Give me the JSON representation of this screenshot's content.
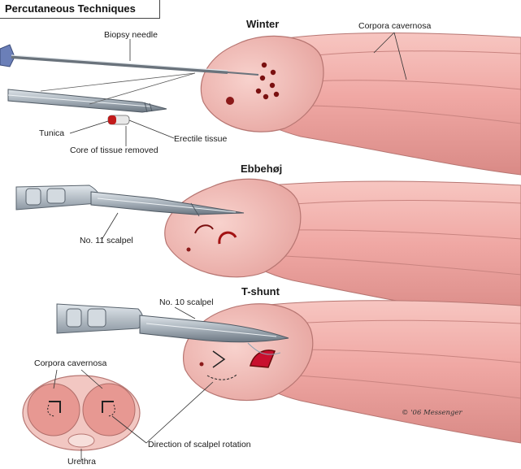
{
  "title": "Percutaneous Techniques",
  "sections": {
    "winter": "Winter",
    "ebbehoj": "Ebbehøj",
    "tshunt": "T-shunt"
  },
  "labels": {
    "biopsy_needle": "Biopsy needle",
    "corpora_cavernosa_top": "Corpora cavernosa",
    "tunica": "Tunica",
    "erectile_tissue": "Erectile tissue",
    "core_of_tissue_removed": "Core of tissue removed",
    "no11_scalpel": "No. 11 scalpel",
    "no10_scalpel": "No. 10 scalpel",
    "corpora_cavernosa_inset": "Corpora cavernosa",
    "direction_of_scalpel_rotation": "Direction of scalpel rotation",
    "urethra": "Urethra"
  },
  "signature": "© '06 Messenger",
  "colors": {
    "skin": "#f0a8a4",
    "skin_dark": "#d98582",
    "skin_light": "#f9d0cc",
    "glans": "#f2b8b2",
    "wound": "#c8102e",
    "metal": "#9aa4ad",
    "metal_dark": "#5f6a74",
    "handle": "#b7c2cc"
  }
}
